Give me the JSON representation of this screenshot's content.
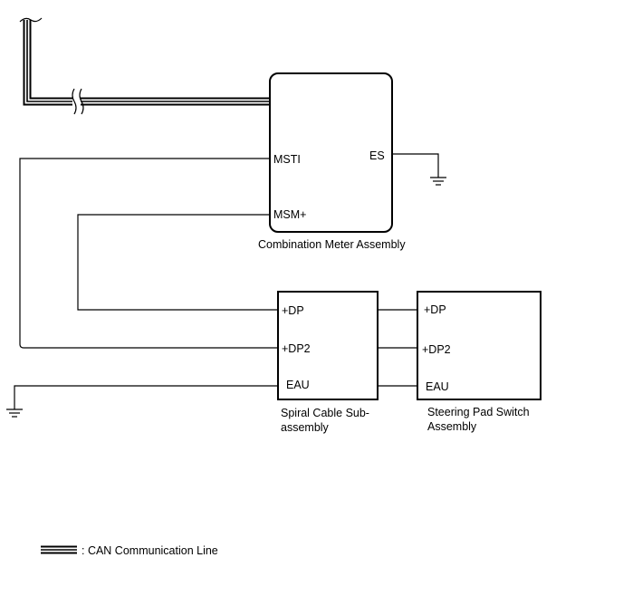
{
  "components": {
    "combination_meter": {
      "name": "Combination Meter Assembly",
      "pins": {
        "msti": "MSTI",
        "msm_plus": "MSM+",
        "es": "ES"
      }
    },
    "spiral_cable": {
      "name_line1": "Spiral Cable Sub-",
      "name_line2": "assembly",
      "pins": {
        "dp": "+DP",
        "dp2": "+DP2",
        "eau": "EAU"
      }
    },
    "steering_pad": {
      "name_line1": "Steering Pad Switch",
      "name_line2": "Assembly",
      "pins": {
        "dp": "+DP",
        "dp2": "+DP2",
        "eau": "EAU"
      }
    }
  },
  "legend": {
    "can_label": ": CAN Communication Line"
  }
}
